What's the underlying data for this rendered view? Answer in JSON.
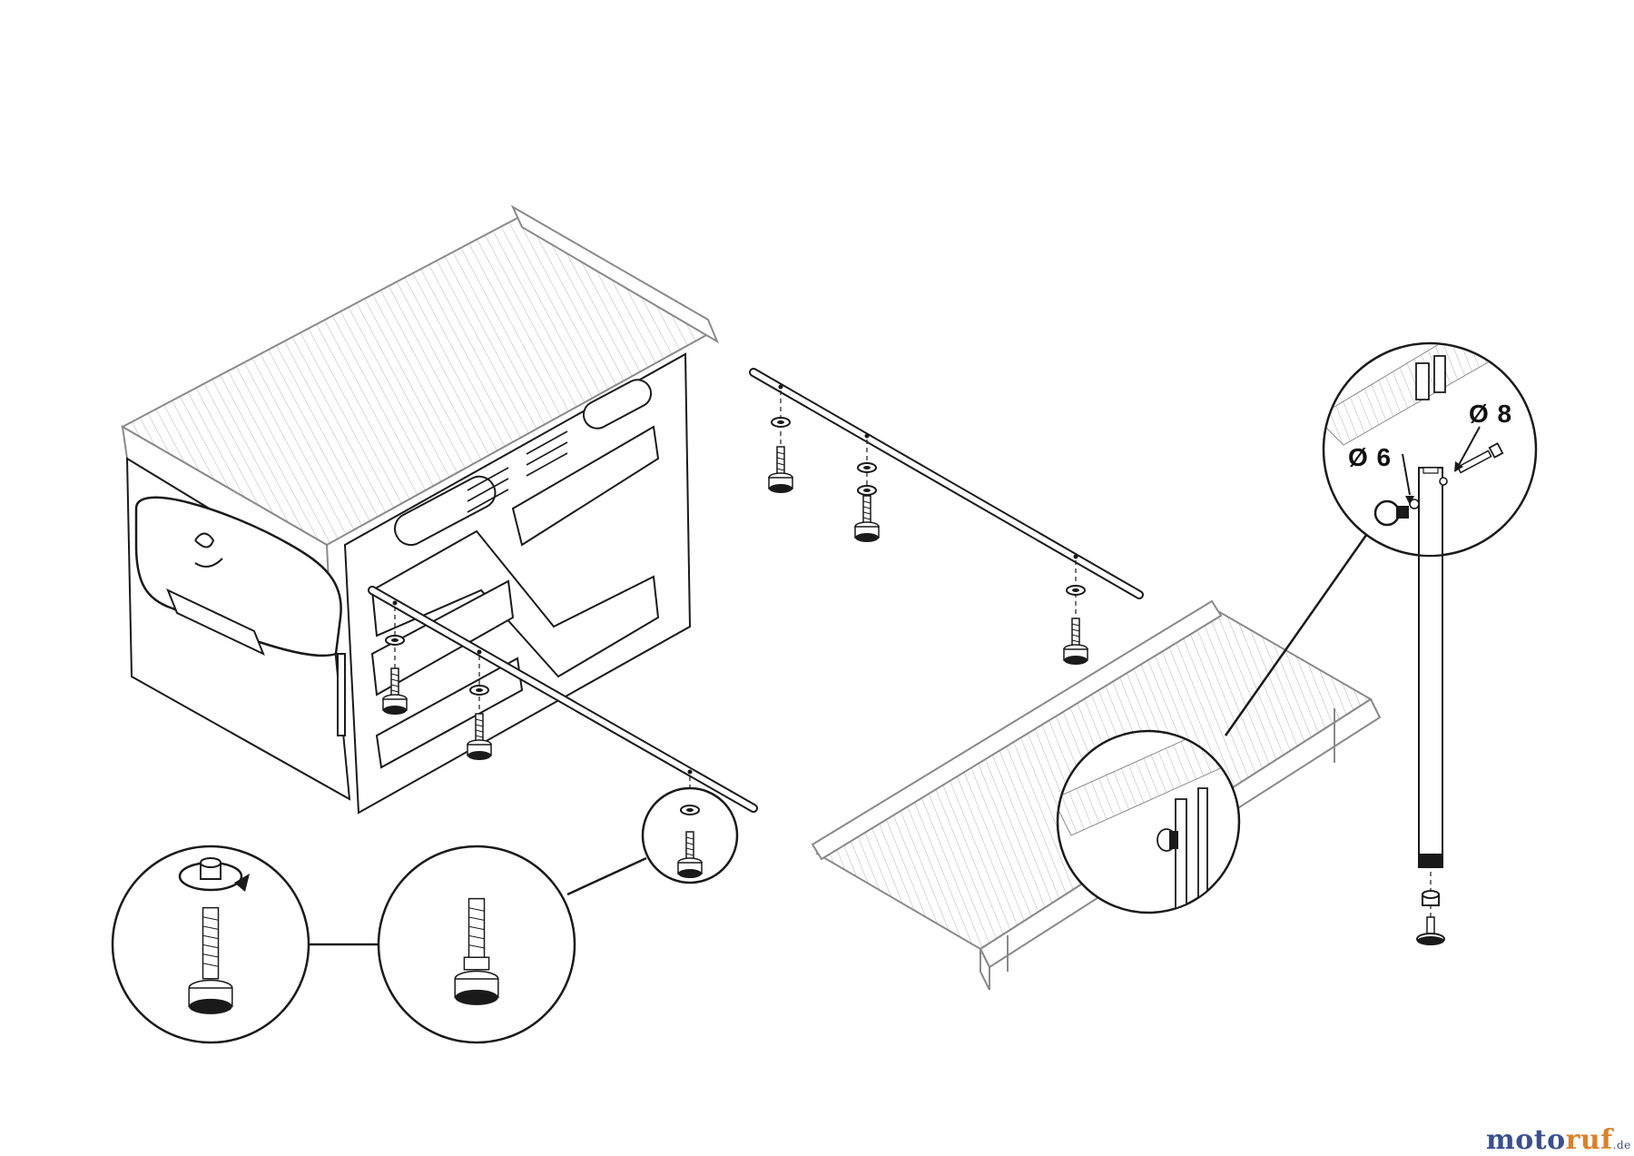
{
  "labels": {
    "bolt_diameter_left": "Ø 6",
    "bolt_diameter_right": "Ø 8"
  },
  "watermark": {
    "part_a": "moto",
    "part_b": "ruf",
    "part_c": ".de"
  },
  "colors": {
    "line": "#1a1a1a",
    "light_line": "#9a9a9a",
    "watermark_blue": "#3a4f8f",
    "watermark_orange": "#d9822b"
  }
}
